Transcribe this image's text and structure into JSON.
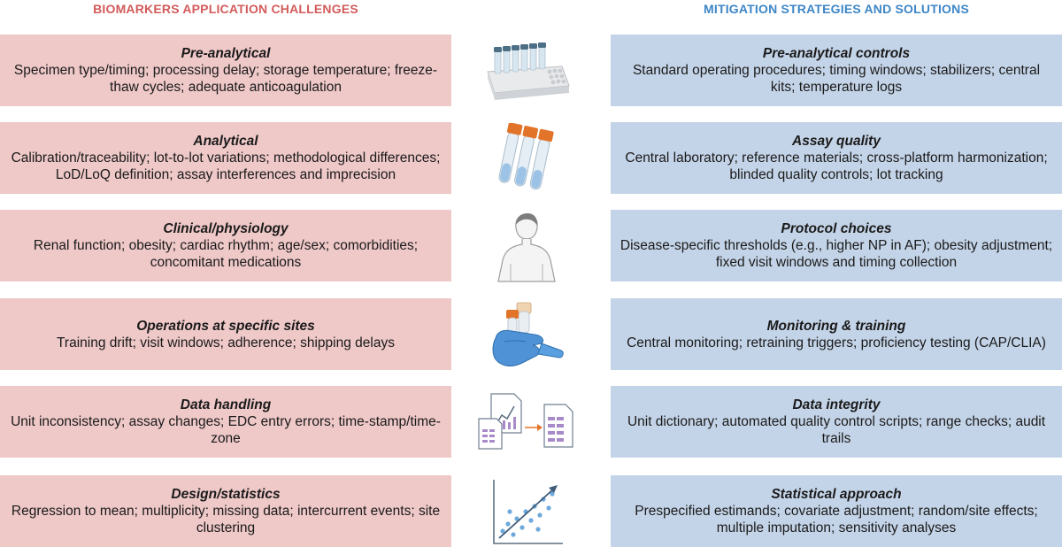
{
  "headers": {
    "left": "BIOMARKERS APPLICATION CHALLENGES",
    "right": "MITIGATION STRATEGIES AND SOLUTIONS"
  },
  "rows": [
    {
      "challenge": {
        "title": "Pre-analytical",
        "description": "Specimen type/timing; processing delay; storage temperature; freeze-thaw cycles; adequate anticoagulation"
      },
      "icon": "sample-tube-rack-icon",
      "solution": {
        "title": "Pre-analytical controls",
        "description": "Standard operating procedures; timing windows; stabilizers; central kits; temperature logs"
      }
    },
    {
      "challenge": {
        "title": "Analytical",
        "description": "Calibration/traceability; lot-to-lot variations; methodological differences; LoD/LoQ definition; assay interferences and imprecision"
      },
      "icon": "test-tubes-icon",
      "solution": {
        "title": "Assay quality",
        "description": "Central laboratory; reference materials; cross-platform harmonization; blinded quality controls; lot tracking"
      }
    },
    {
      "challenge": {
        "title": "Clinical/physiology",
        "description": "Renal function; obesity; cardiac rhythm; age/sex; comorbidities; concomitant medications"
      },
      "icon": "patient-silhouette-icon",
      "solution": {
        "title": "Protocol choices",
        "description": "Disease-specific thresholds (e.g., higher NP in AF); obesity adjustment; fixed visit windows and timing collection"
      }
    },
    {
      "challenge": {
        "title": "Operations at specific sites",
        "description": "Training drift; visit windows; adherence; shipping delays"
      },
      "icon": "gloved-hand-sample-icon",
      "solution": {
        "title": "Monitoring & training",
        "description": "Central monitoring; retraining triggers; proficiency testing (CAP/CLIA)"
      }
    },
    {
      "challenge": {
        "title": "Data handling",
        "description": "Unit inconsistency; assay changes; EDC entry errors; time-stamp/time-zone"
      },
      "icon": "data-files-icon",
      "solution": {
        "title": "Data integrity",
        "description": "Unit dictionary; automated quality control scripts; range checks; audit trails"
      }
    },
    {
      "challenge": {
        "title": "Design/statistics",
        "description": "Regression to mean; multiplicity; missing data; intercurrent events; site clustering"
      },
      "icon": "scatter-plot-icon",
      "solution": {
        "title": "Statistical approach",
        "description": "Prespecified estimands; covariate adjustment; random/site effects; multiple imputation; sensitivity analyses"
      }
    }
  ],
  "colors": {
    "left_header": "#d35b5b",
    "right_header": "#3d86c6",
    "left_box": "#efc8c8",
    "right_box": "#c4d4e8"
  }
}
